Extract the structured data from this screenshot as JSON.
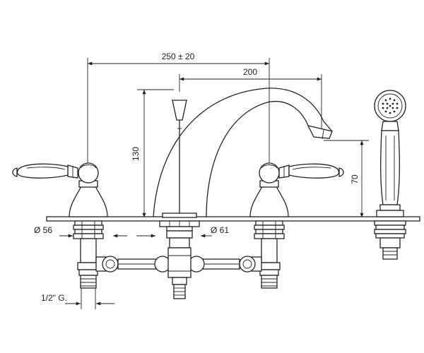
{
  "dimensions": {
    "total_width": "250 ± 20",
    "spout_reach": "200",
    "spout_height": "130",
    "shower_height": "70",
    "diameter_left": "Ø 56",
    "diameter_center": "Ø 61",
    "thread": "1/2\" G."
  }
}
